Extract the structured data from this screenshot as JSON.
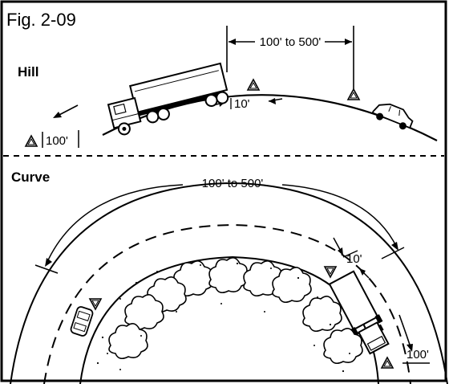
{
  "figure": {
    "label": "Fig. 2-09"
  },
  "hill": {
    "title": "Hill",
    "span_label": "100' to 500'",
    "gap_label": "10'",
    "near_label": "100'"
  },
  "curve": {
    "title": "Curve",
    "span_label": "100' to 500'",
    "gap_label": "10'",
    "near_label": "100'"
  },
  "icons": [
    "warning-triangle-icon",
    "truck-icon",
    "car-icon",
    "bush-icon"
  ]
}
